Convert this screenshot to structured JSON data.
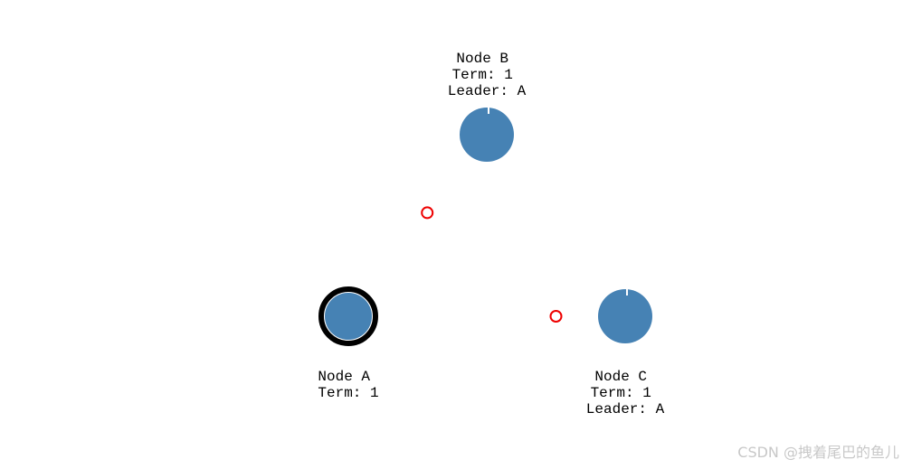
{
  "diagram": {
    "node_fill": "#4682b4",
    "leader_ring_color": "#000000",
    "timer_tick_color": "#ffffff",
    "message_color": "#ee0000",
    "nodes": [
      {
        "id": "A",
        "lines": [
          "Node A",
          "Term: 1"
        ],
        "is_leader": true,
        "label_position": "below"
      },
      {
        "id": "B",
        "lines": [
          "Node B",
          "Term: 1",
          "Leader: A"
        ],
        "is_leader": false,
        "label_position": "above"
      },
      {
        "id": "C",
        "lines": [
          "Node C",
          "Term: 1",
          "Leader: A"
        ],
        "is_leader": false,
        "label_position": "below"
      }
    ],
    "messages": [
      {
        "from": "A",
        "to": "B",
        "progress": 0.57
      },
      {
        "from": "A",
        "to": "C",
        "progress": 0.75
      }
    ]
  },
  "watermark": "CSDN @拽着尾巴的鱼儿"
}
